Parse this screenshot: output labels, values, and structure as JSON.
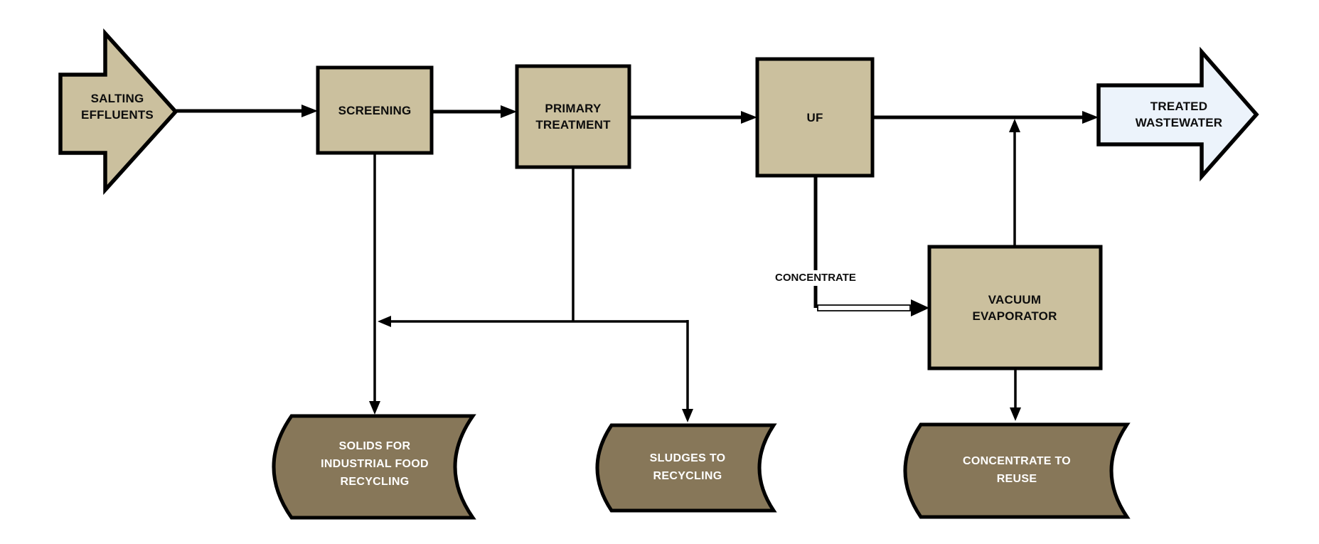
{
  "diagram": {
    "title": "Salting effluents treatment process flow diagram",
    "nodes": {
      "salting_effluents": {
        "label": "SALTING EFFLUENTS",
        "type": "input-arrow"
      },
      "screening": {
        "label": "SCREENING",
        "type": "process"
      },
      "primary_treatment": {
        "label": "PRIMARY TREATMENT",
        "type": "process"
      },
      "uf": {
        "label": "UF",
        "type": "process"
      },
      "treated_wastewater": {
        "label": "TREATED WASTEWATER",
        "type": "output-arrow"
      },
      "vacuum_evaporator": {
        "label": "VACUUM EVAPORATOR",
        "type": "process"
      },
      "solids_recycling": {
        "label": "SOLIDS FOR INDUSTRIAL FOOD RECYCLING",
        "type": "stored-data"
      },
      "sludges_recycling": {
        "label": "SLUDGES TO RECYCLING",
        "type": "stored-data"
      },
      "concentrate_reuse": {
        "label": "CONCENTRATE TO REUSE",
        "type": "stored-data"
      }
    },
    "edge_labels": {
      "concentrate": "CONCENTRATE"
    },
    "edges": [
      {
        "from": "salting_effluents",
        "to": "screening"
      },
      {
        "from": "screening",
        "to": "primary_treatment"
      },
      {
        "from": "primary_treatment",
        "to": "uf"
      },
      {
        "from": "uf",
        "to": "treated_wastewater"
      },
      {
        "from": "screening",
        "to": "solids_recycling"
      },
      {
        "from": "primary_treatment",
        "to": "screening-solids-line"
      },
      {
        "from": "primary_treatment",
        "to": "sludges_recycling"
      },
      {
        "from": "uf",
        "to": "vacuum_evaporator",
        "label": "CONCENTRATE"
      },
      {
        "from": "vacuum_evaporator",
        "to": "treated_wastewater"
      },
      {
        "from": "vacuum_evaporator",
        "to": "concentrate_reuse"
      }
    ],
    "colors": {
      "process_fill": "#CBC09E",
      "storage_fill": "#877759",
      "output_fill": "#ECF3FB",
      "stroke": "#000000",
      "text_dark": "#0d0d0d",
      "text_light": "#ffffff",
      "background": "#ffffff"
    }
  }
}
